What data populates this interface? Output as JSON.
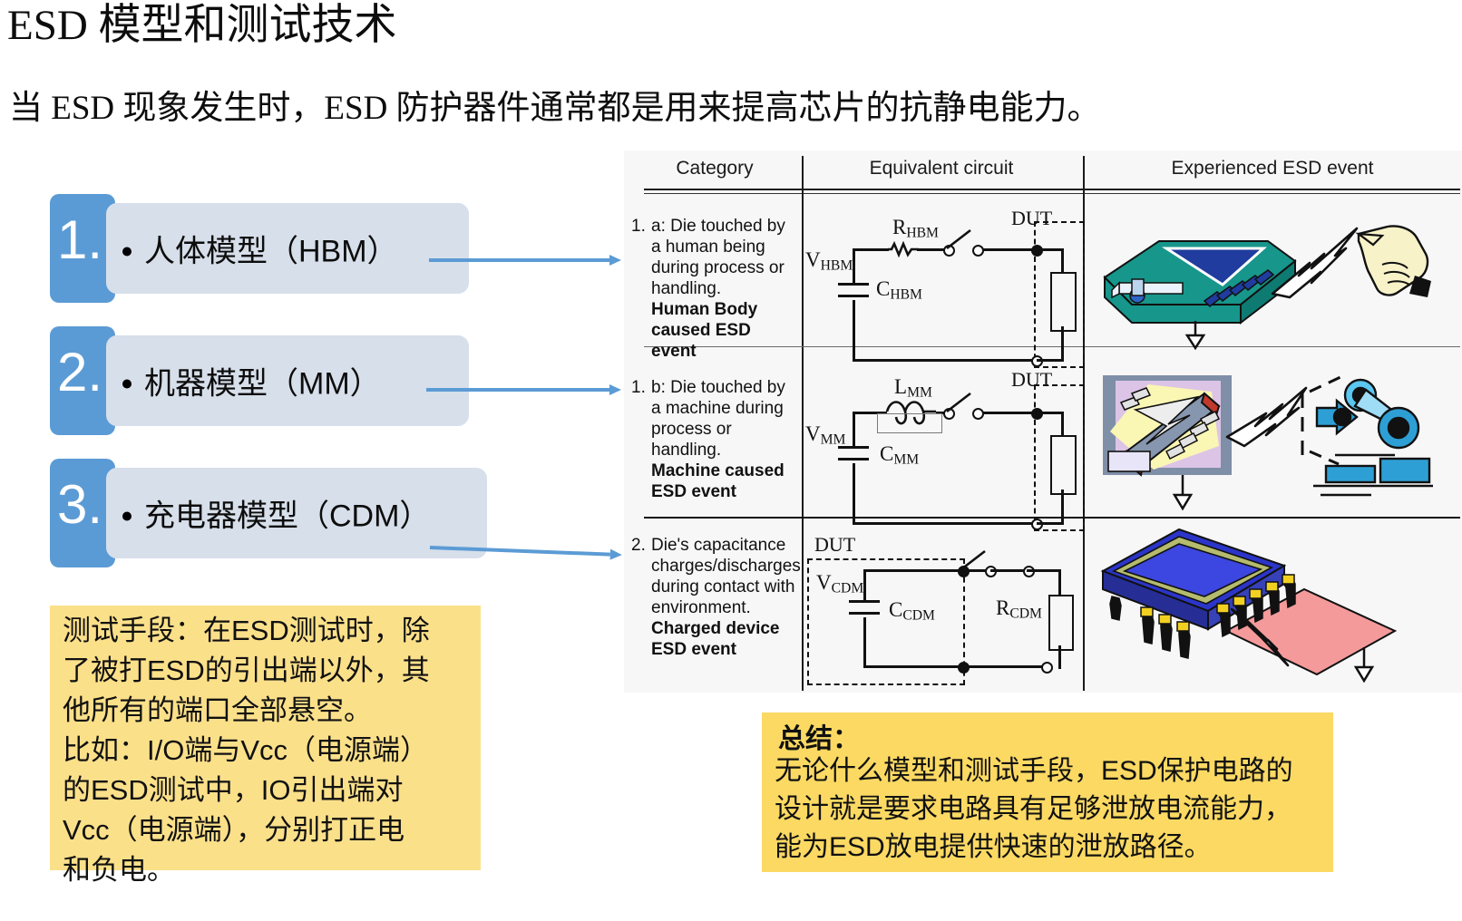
{
  "slide": {
    "title": "ESD 模型和测试技术",
    "subtitle": "当 ESD 现象发生时，ESD 防护器件通常都是用来提高芯片的抗静电能力。"
  },
  "model_list": [
    {
      "number": "1.",
      "label": "人体模型（HBM）"
    },
    {
      "number": "2.",
      "label": "机器模型（MM）"
    },
    {
      "number": "3.",
      "label": "充电器模型（CDM）"
    }
  ],
  "notes": {
    "left": {
      "lines": [
        "测试手段：在ESD测试时，除",
        "了被打ESD的引出端以外，其",
        "他所有的端口全部悬空。",
        "比如：I/O端与Vcc（电源端）",
        "的ESD测试中，IO引出端对",
        "Vcc（电源端），分别打正电",
        "和负电。"
      ]
    },
    "right": {
      "heading": "总结：",
      "lines": [
        "无论什么模型和测试手段，ESD保护电路的",
        "设计就是要求电路具有足够泄放电流能力，",
        "能为ESD放电提供快速的泄放路径。"
      ]
    }
  },
  "table": {
    "headers": {
      "category": "Category",
      "circuit": "Equivalent circuit",
      "event": "Experienced ESD event"
    },
    "rows": [
      {
        "number": "1.",
        "category_plain": "a: Die touched by a human being during process or handling.",
        "category_bold": "Human Body caused ESD event",
        "circuit": {
          "dut_label": "DUT",
          "source_label": "V",
          "source_sub": "HBM",
          "series_label": "R",
          "series_sub": "HBM",
          "cap_label": "C",
          "cap_sub": "HBM"
        },
        "event_illustration": "hand-pointing-discharge-to-chip"
      },
      {
        "number": "1.",
        "category_plain": "b: Die touched by a machine during process or handling.",
        "category_bold": "Machine caused ESD event",
        "circuit": {
          "dut_label": "DUT",
          "source_label": "V",
          "source_sub": "MM",
          "series_label": "L",
          "series_sub": "MM",
          "cap_label": "C",
          "cap_sub": "MM"
        },
        "event_illustration": "robot-arm-discharge-to-chip"
      },
      {
        "number": "2.",
        "category_plain": "Die's capacitance charges/discharges during contact with environment.",
        "category_bold": "Charged device ESD event",
        "circuit": {
          "dut_label": "DUT",
          "source_label": "V",
          "source_sub": "CDM",
          "series_label": "R",
          "series_sub": "CDM",
          "cap_label": "C",
          "cap_sub": "CDM"
        },
        "event_illustration": "charged-package-discharge-to-plane"
      }
    ]
  },
  "colors": {
    "accent_blue": "#5B9BD5",
    "panel_blue": "#D7DFEA",
    "note_left_yellow": "#FBE08A",
    "note_right_yellow": "#FBD963",
    "figure_bg": "#F7F7F7"
  }
}
